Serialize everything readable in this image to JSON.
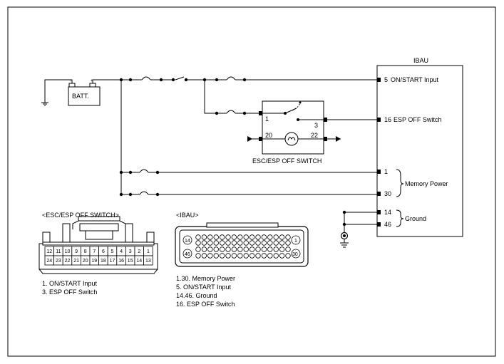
{
  "ibau": {
    "title": "IBAU",
    "pins": [
      {
        "num": "5",
        "label": "ON/START Input"
      },
      {
        "num": "16",
        "label": "ESP OFF Switch"
      },
      {
        "num": "1",
        "label": ""
      },
      {
        "num": "30",
        "label": ""
      },
      {
        "num": "14",
        "label": ""
      },
      {
        "num": "46",
        "label": ""
      }
    ],
    "group_memory": "Memory Power",
    "group_ground": "Ground"
  },
  "batt": {
    "label": "BATT."
  },
  "esc_switch": {
    "title": "ESC/ESP OFF SWITCH",
    "pin_labels": [
      "1",
      "3",
      "20",
      "22"
    ]
  },
  "esc_connector": {
    "title": "<ESC/ESP OFF SWITCH>",
    "row_top": [
      "12",
      "11",
      "10",
      "9",
      "8",
      "7",
      "6",
      "5",
      "4",
      "3",
      "2",
      "1"
    ],
    "row_bottom": [
      "24",
      "23",
      "22",
      "21",
      "20",
      "19",
      "18",
      "17",
      "16",
      "15",
      "14",
      "13"
    ],
    "legend": [
      "1. ON/START Input",
      "3. ESP OFF Switch"
    ]
  },
  "ibau_connector": {
    "title": "<IBAU>",
    "corner_labels": [
      "14",
      "1",
      "46",
      "30"
    ],
    "legend": [
      "1.30. Memory Power",
      "5. ON/START Input",
      "14.46. Ground",
      "16. ESP OFF Switch"
    ]
  }
}
